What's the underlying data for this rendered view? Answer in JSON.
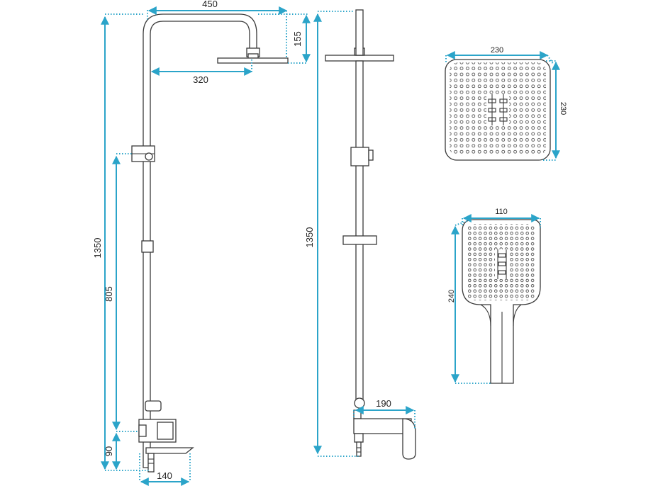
{
  "colors": {
    "dimension": "#2ba4c9",
    "outline": "#3a3a3a",
    "background": "#ffffff"
  },
  "dimensions": {
    "arm_width": "450",
    "head_drop": "155",
    "arm_reach": "320",
    "total_height_left": "1350",
    "holder_height": "805",
    "valve_height": "90",
    "valve_width": "140",
    "total_height_side": "1350",
    "spout_reach": "190",
    "overhead_width": "230",
    "overhead_depth": "230",
    "hand_width": "110",
    "hand_length": "240"
  }
}
